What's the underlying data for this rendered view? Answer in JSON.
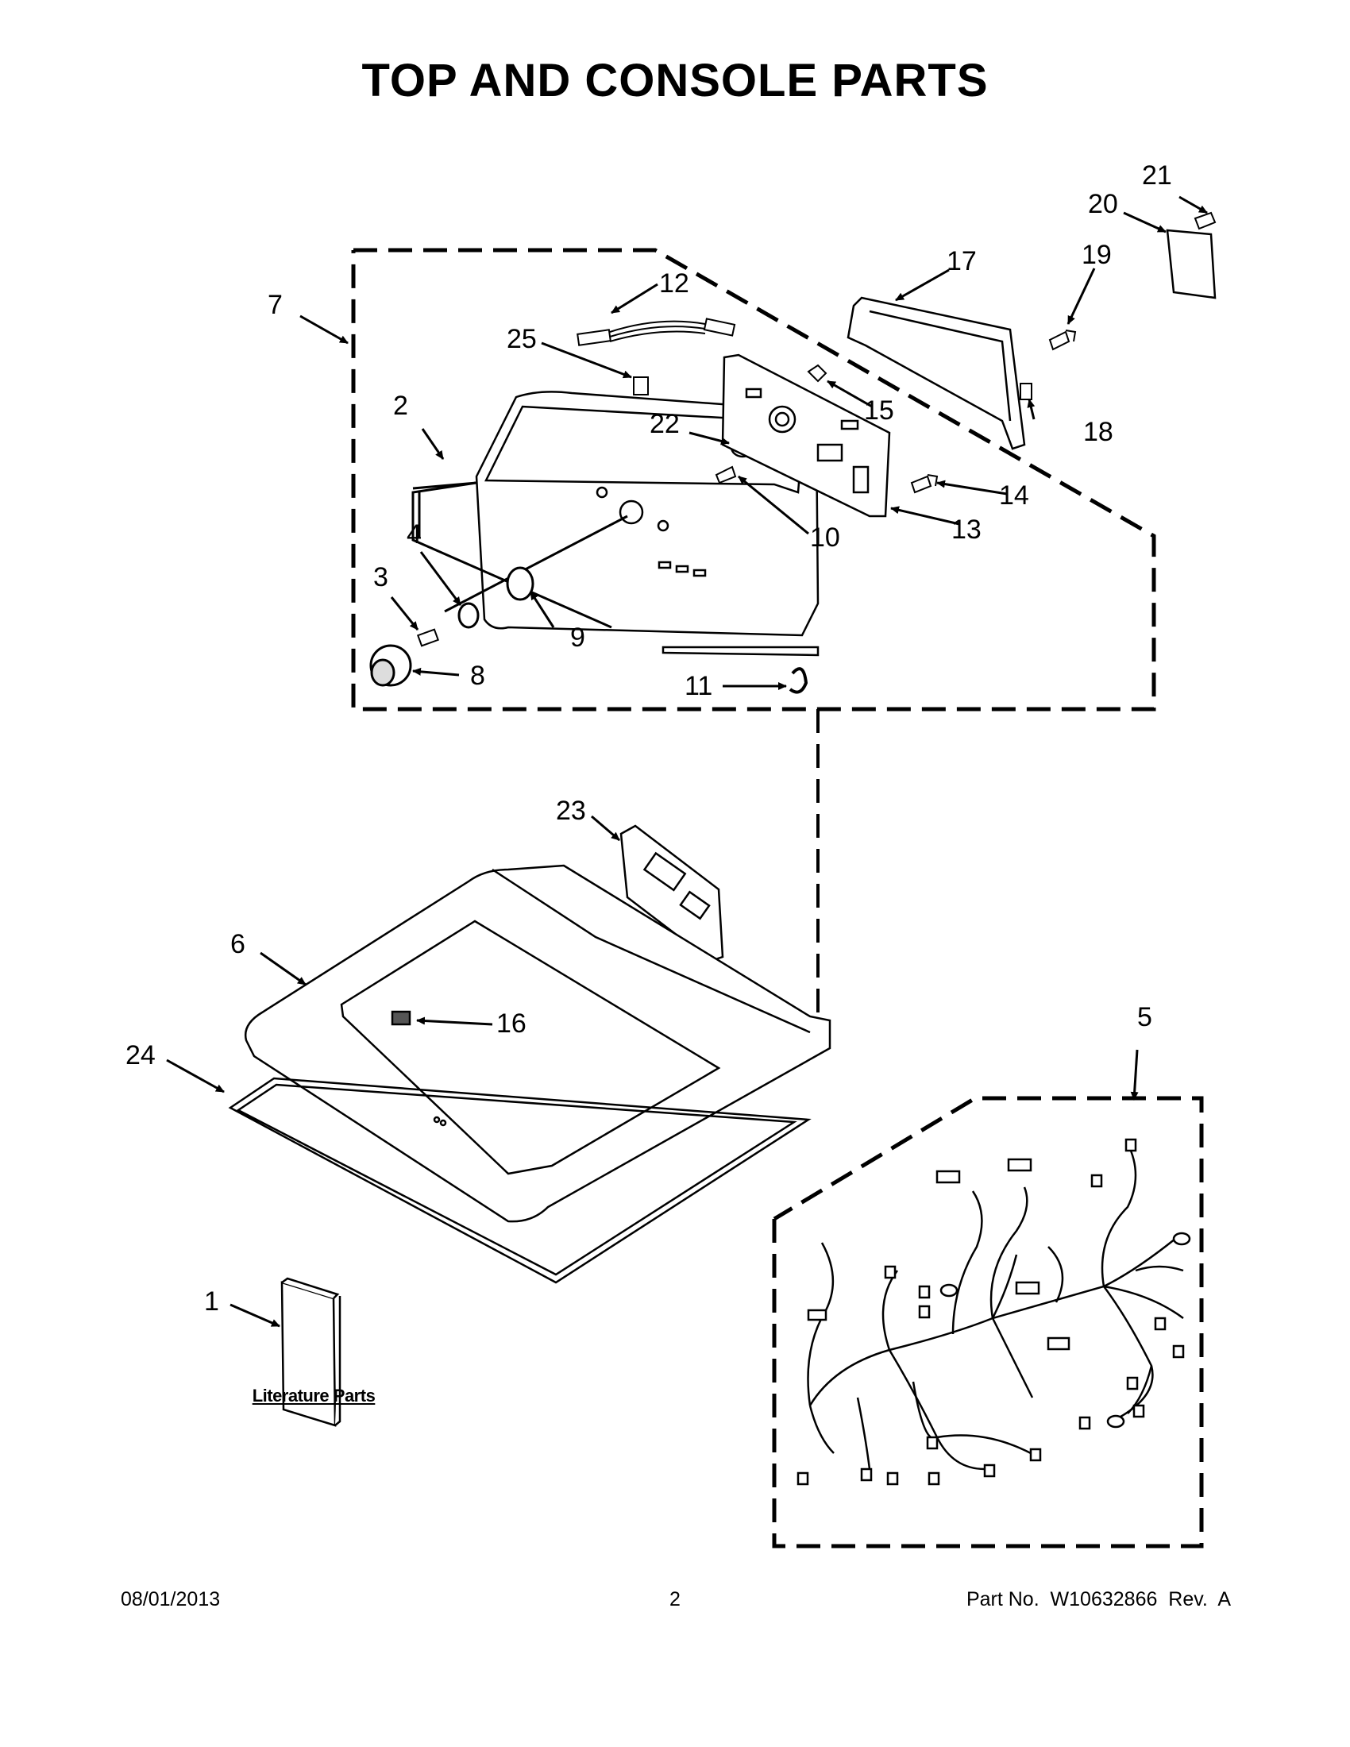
{
  "page": {
    "title": "TOP AND CONSOLE PARTS",
    "literature_label": "Literature Parts"
  },
  "callouts": [
    "1",
    "2",
    "3",
    "4",
    "5",
    "6",
    "7",
    "8",
    "9",
    "10",
    "11",
    "12",
    "13",
    "14",
    "15",
    "16",
    "17",
    "18",
    "19",
    "20",
    "21",
    "22",
    "23",
    "24",
    "25"
  ],
  "footer": {
    "date": "08/01/2013",
    "page_number": "2",
    "part_no": "Part No.  W10632866  Rev.  A"
  }
}
